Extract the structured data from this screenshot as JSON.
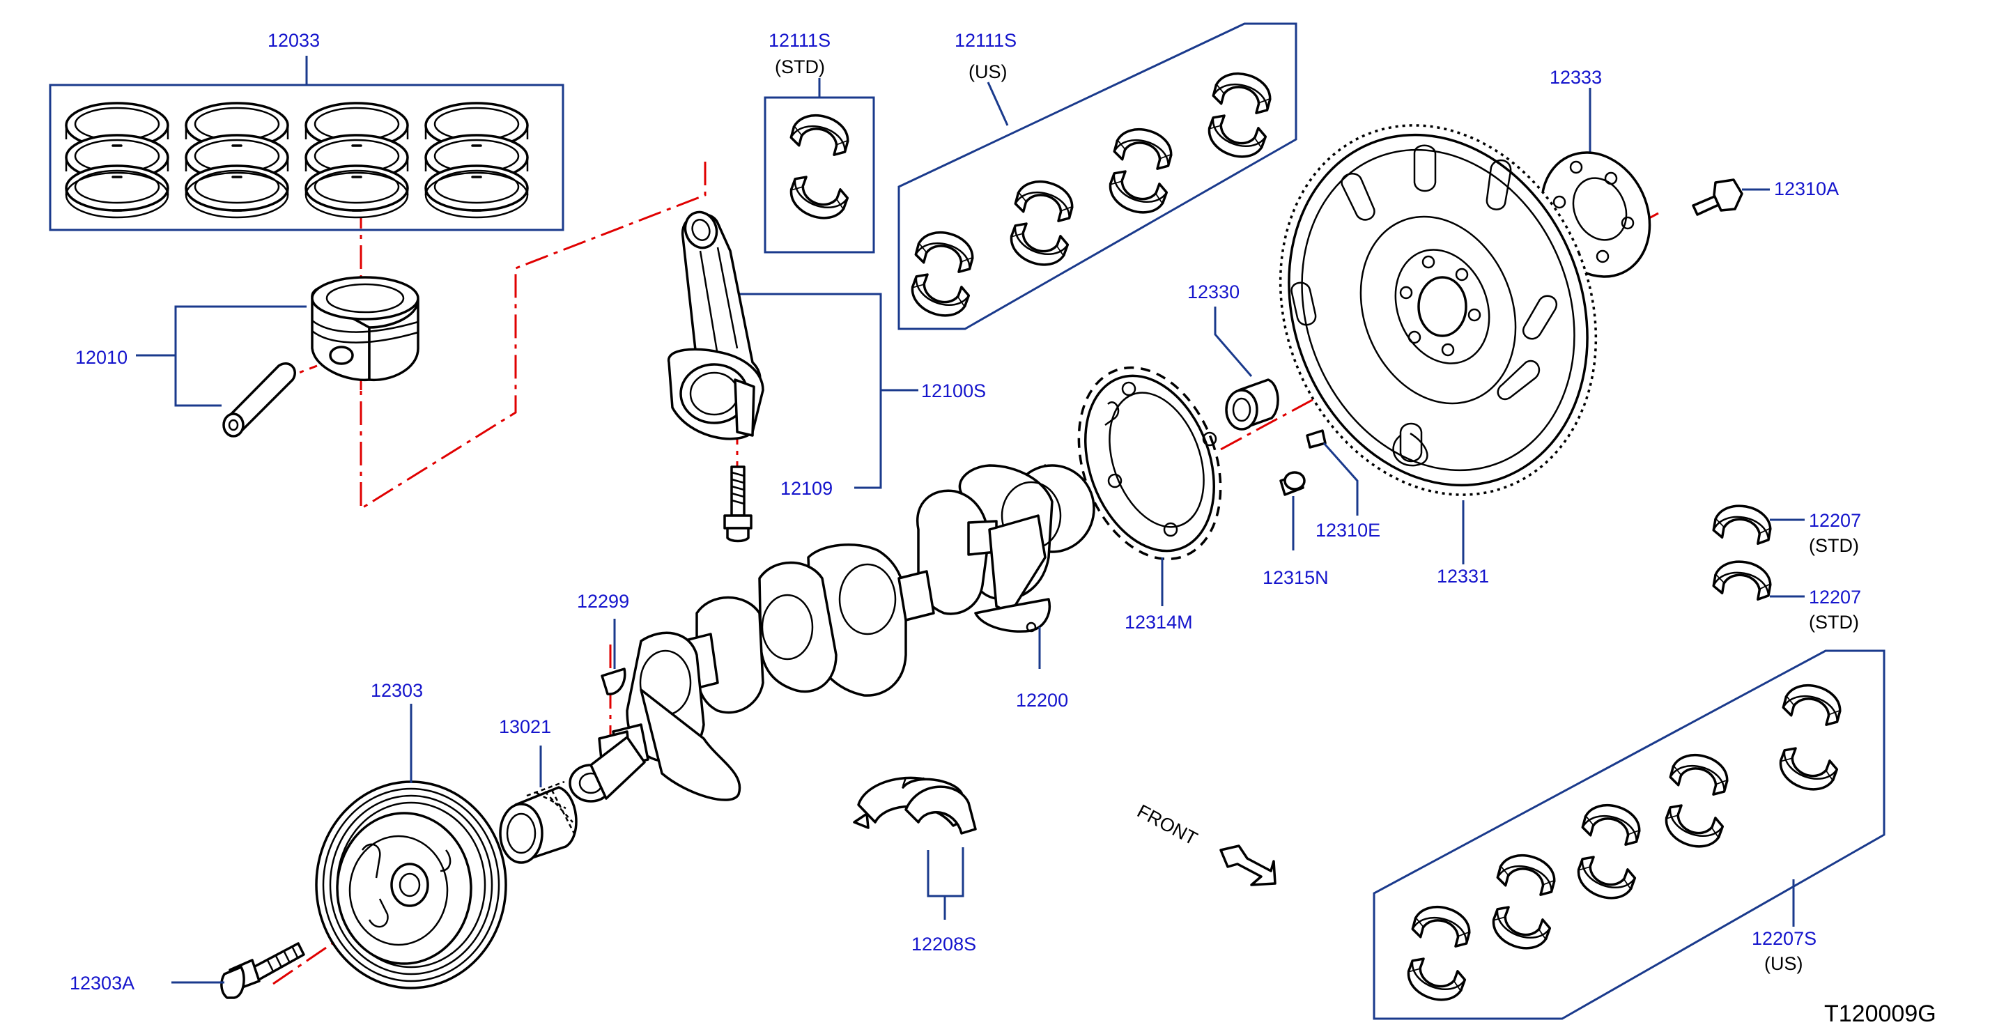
{
  "figure_code": "T120009G",
  "front_label": "FRONT",
  "labels": {
    "p12033": "12033",
    "p12111S_std": "12111S",
    "p12111S_std_note": "(STD)",
    "p12111S_us": "12111S",
    "p12111S_us_note": "(US)",
    "p12333": "12333",
    "p12310A": "12310A",
    "p12010": "12010",
    "p12330": "12330",
    "p12100S": "12100S",
    "p12109": "12109",
    "p12310E": "12310E",
    "p12315N": "12315N",
    "p12331": "12331",
    "p12207_a": "12207",
    "p12207_a_note": "(STD)",
    "p12207_b": "12207",
    "p12207_b_note": "(STD)",
    "p12299": "12299",
    "p12314M": "12314M",
    "p12200": "12200",
    "p12303": "12303",
    "p13021": "13021",
    "p12208S": "12208S",
    "p12207S": "12207S",
    "p12207S_note": "(US)",
    "p12303A": "12303A"
  },
  "colors": {
    "callout": "#1515cc",
    "leader": "#1a3a8c",
    "axis": "#e00000",
    "line": "#000000"
  }
}
